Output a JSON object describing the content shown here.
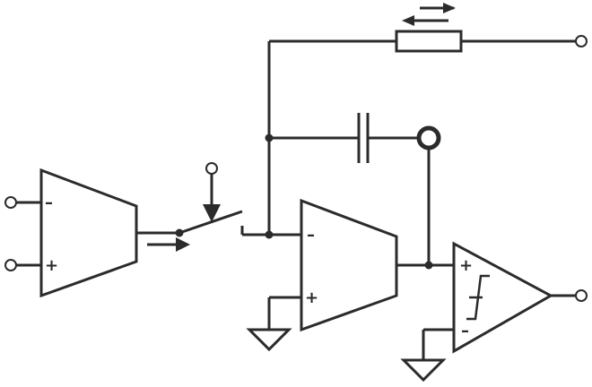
{
  "colors": {
    "line": "#2b2b2b",
    "background": "#ffffff"
  },
  "signs": {
    "minus": "–",
    "plus": "+"
  },
  "components": {
    "input_amplifier": "differential-amplifier",
    "switch": "analog-switch-spst",
    "resistor": "variable-resistor",
    "capacitor": "hold-capacitor",
    "output_amplifier": "integrator-op-amp",
    "comparator": "schmitt-trigger-comparator"
  }
}
